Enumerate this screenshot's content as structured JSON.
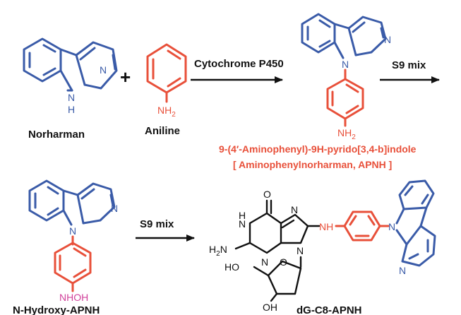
{
  "labels": {
    "norharman": "Norharman",
    "plus": "+",
    "aniline": "Aniline",
    "cyp": "Cytochrome P450",
    "s9_top": "S9 mix",
    "apnh_line1": "9-(4′-Aminophenyl)-9H-pyrido[3,4-b]indole",
    "apnh_line2": "[ Aminophenylnorharman, APNH ]",
    "n_hydroxy": "N-Hydroxy-APNH",
    "s9_bottom": "S9 mix",
    "dg": "dG-C8-APNH"
  },
  "atoms": {
    "N": "N",
    "H": "H",
    "NH2": "NH",
    "sub2": "2",
    "NHOH": "NHOH",
    "O": "O",
    "HO": "HO",
    "OH": "OH",
    "H2N": "H",
    "NH": "NH"
  },
  "colors": {
    "carboline_blue": "#3a5ba8",
    "phenyl_red": "#e8503a",
    "hydroxylamine_pink": "#d1409a",
    "guanine_black": "#111111"
  }
}
